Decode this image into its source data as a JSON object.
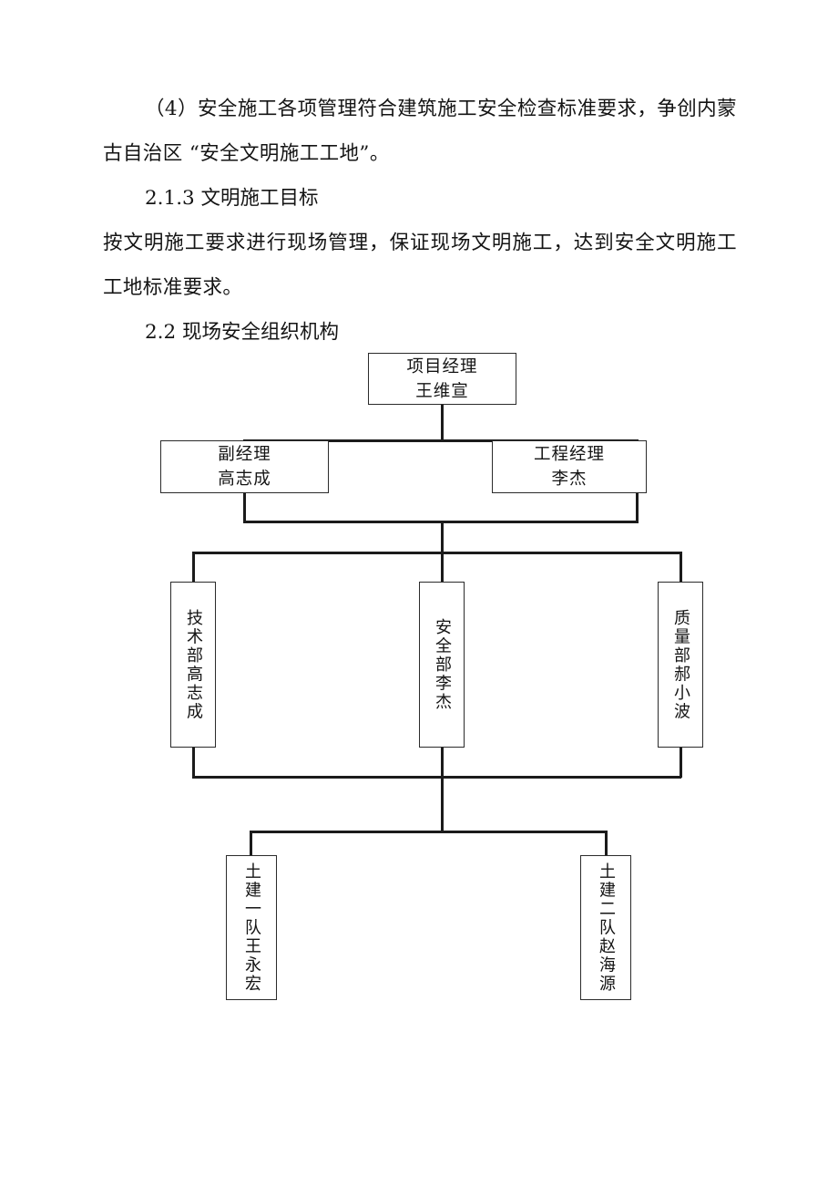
{
  "document": {
    "paragraphs": [
      {
        "id": "p-safety-goal",
        "text": "（4）安全施工各项管理符合建筑施工安全检查标准要求，争创内蒙古自治区 “安全文明施工工地”。"
      }
    ],
    "headings": [
      {
        "id": "h-213",
        "text": "2.1.3 文明施工目标"
      },
      {
        "id": "h-22",
        "text": "2.2 现场安全组织机构"
      }
    ],
    "body_paragraphs": [
      {
        "id": "p-civilized",
        "text": "按文明施工要求进行现场管理，保证现场文明施工，达到安全文明施工工地标准要求。"
      }
    ]
  },
  "org_chart": {
    "title": "现场安全组织机构",
    "nodes": {
      "project_manager": {
        "role": "项目经理",
        "name": "王维宣"
      },
      "deputy_manager": {
        "role": "副经理",
        "name": "高志成"
      },
      "engineering_manager": {
        "role": "工程经理",
        "name": "李杰"
      },
      "technical_dept": {
        "label": "技术部高志成"
      },
      "safety_dept": {
        "label": "安全部李杰"
      },
      "quality_dept": {
        "label": "质量部郝小波"
      },
      "civil_team_1": {
        "label": "土建一队王永宏"
      },
      "civil_team_2": {
        "label": "土建二队赵海源"
      }
    },
    "colors": {
      "box_border": "#2b2b2b",
      "connector": "#1b1b1b",
      "text": "#141414",
      "page_background": "#ffffff"
    }
  }
}
